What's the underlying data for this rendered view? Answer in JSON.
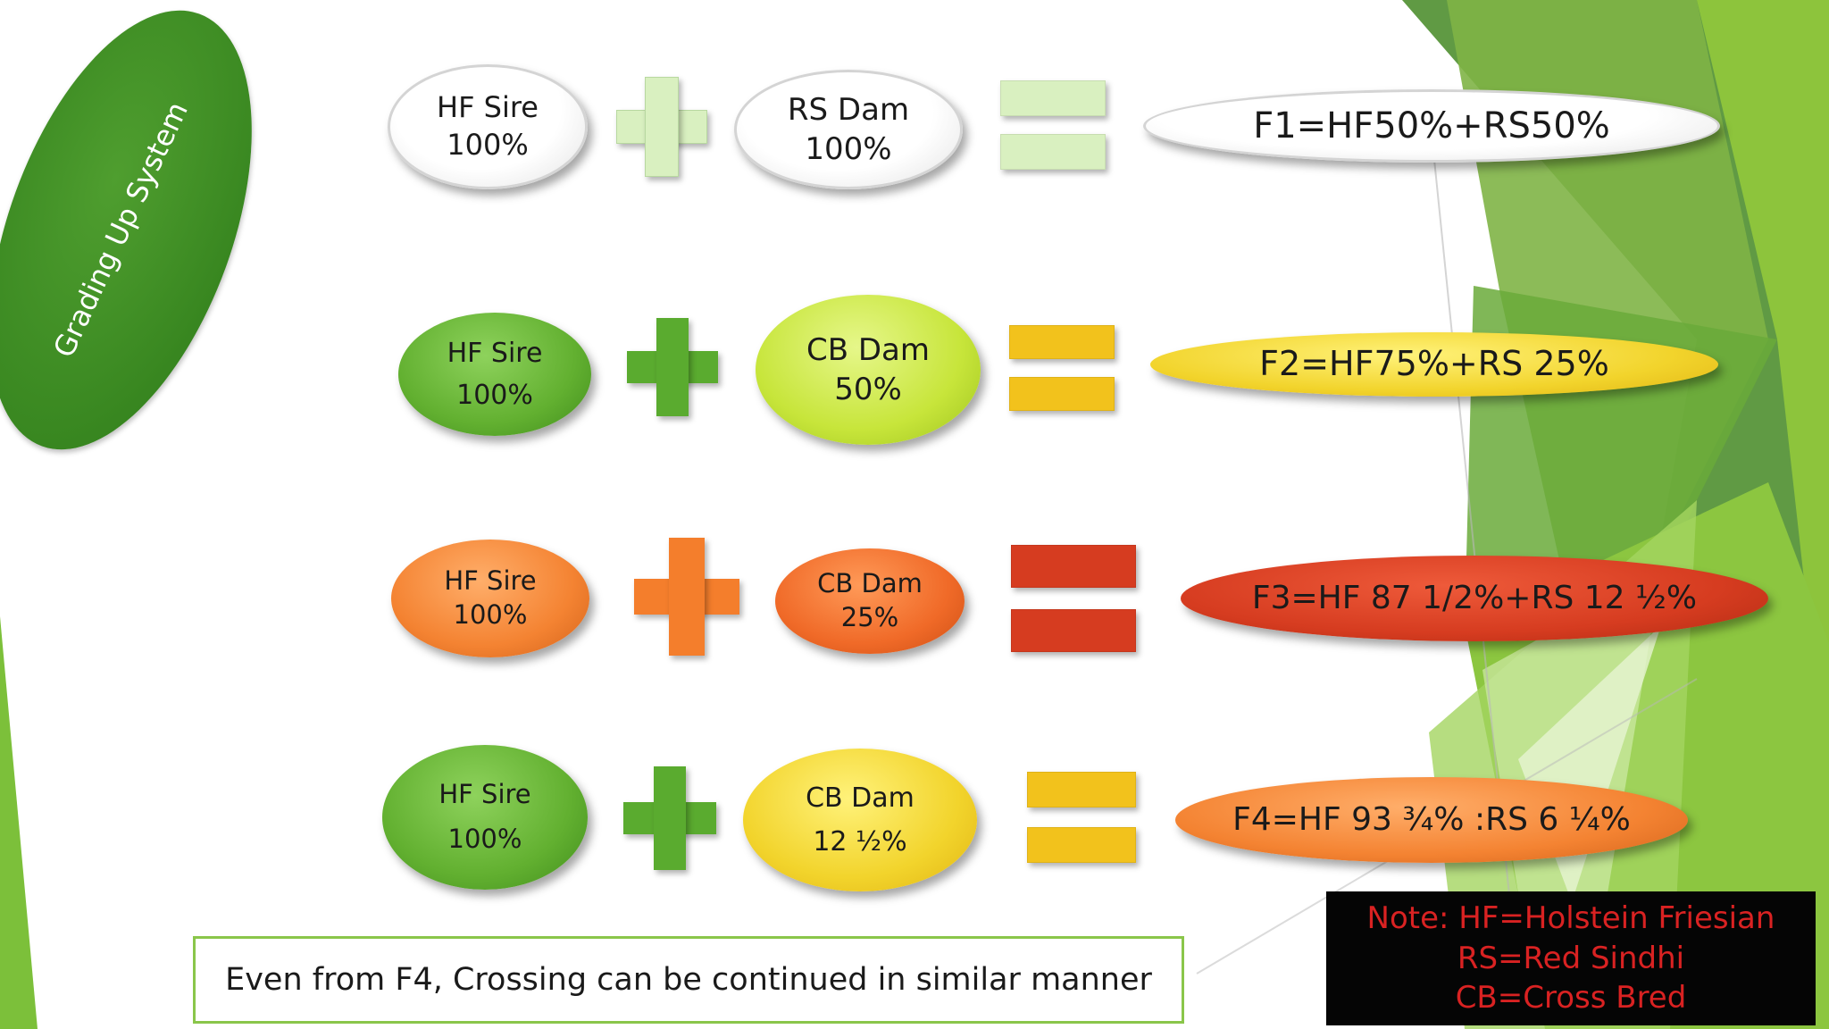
{
  "title": "Grading Up System",
  "rows": [
    {
      "sire": {
        "line1": "HF Sire",
        "line2": "100%"
      },
      "dam": {
        "line1": "RS Dam",
        "line2": "100%"
      },
      "result": "F1=HF50%+RS50%",
      "colors": {
        "sire": "#ffffff",
        "plus": "#d9f0c0",
        "dam": "#ffffff",
        "equals": "#d9f0c0",
        "result": "#ffffff"
      }
    },
    {
      "sire": {
        "line1": "HF Sire",
        "line2": "100%"
      },
      "dam": {
        "line1": "CB Dam",
        "line2": "50%"
      },
      "result": "F2=HF75%+RS 25%",
      "colors": {
        "sire": "#6ab83a",
        "plus": "#5aab2f",
        "dam": "#c7e53a",
        "equals": "#f2c21c",
        "result": "#f2c21c"
      }
    },
    {
      "sire": {
        "line1": "HF Sire",
        "line2": "100%"
      },
      "dam": {
        "line1": "CB Dam",
        "line2": "25%"
      },
      "result": "F3=HF 87 1/2%+RS 12 ½%",
      "colors": {
        "sire": "#f48332",
        "plus": "#f47e2c",
        "dam": "#f06a28",
        "equals": "#d63c20",
        "result": "#d63c20"
      }
    },
    {
      "sire": {
        "line1": "HF Sire",
        "line2": "100%"
      },
      "dam": {
        "line1": "CB Dam",
        "line2": "12 ½%"
      },
      "result": "F4=HF 93 ¾% :RS 6 ¼%",
      "colors": {
        "sire": "#62b030",
        "plus": "#5aab2f",
        "dam": "#f2d42c",
        "equals": "#f2c21c",
        "result": "#f48332"
      }
    }
  ],
  "bottom_note": "Even from F4, Crossing can be continued in similar manner",
  "legend": [
    "Note: HF=Holstein Friesian",
    "RS=Red Sindhi",
    "CB=Cross Bred"
  ]
}
